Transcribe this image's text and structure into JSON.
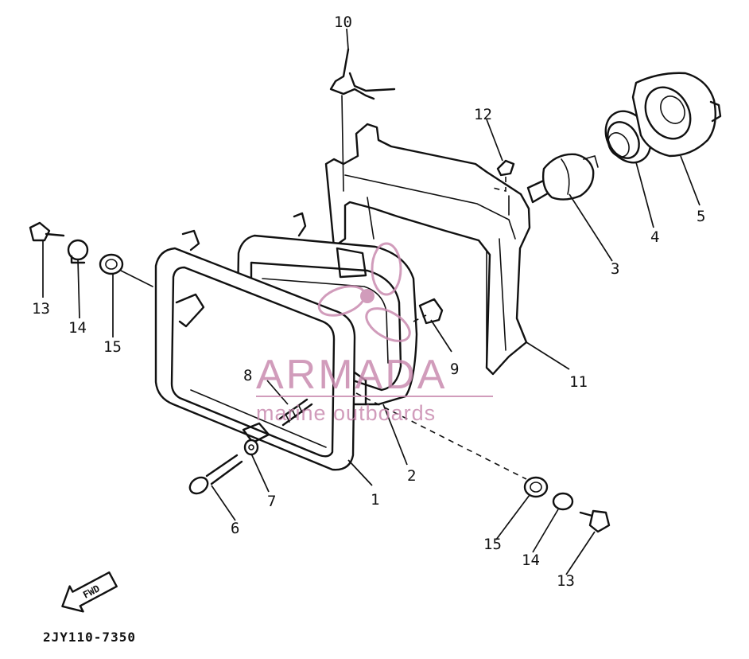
{
  "diagram": {
    "part_code": "2JY110-7350",
    "direction_label": "FWD",
    "callouts": {
      "c1": "1",
      "c2": "2",
      "c3": "3",
      "c4": "4",
      "c5": "5",
      "c6": "6",
      "c7": "7",
      "c8": "8",
      "c9": "9",
      "c10": "10",
      "c11": "11",
      "c12": "12",
      "c13a": "13",
      "c14a": "14",
      "c15a": "15",
      "c13b": "13",
      "c14b": "14",
      "c15b": "15"
    },
    "watermark": {
      "title": "ARMADA",
      "subtitle": "marine outboards"
    }
  },
  "colors": {
    "line": "#111111",
    "watermark": "#c98bb0",
    "background": "#ffffff"
  }
}
